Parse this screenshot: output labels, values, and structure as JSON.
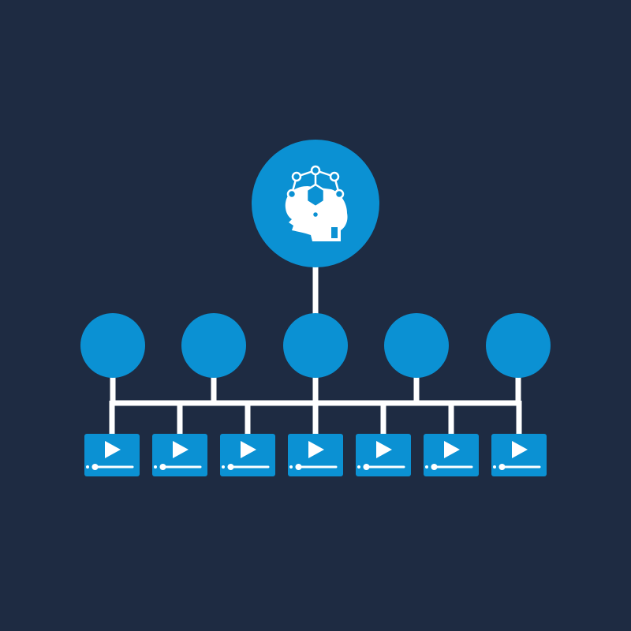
{
  "diagram": {
    "colors": {
      "background": "#1e2b42",
      "node": "#0b91d3",
      "video": "#0b91d3",
      "connector": "#ffffff",
      "icon": "#ffffff"
    },
    "root": {
      "icon": "ai-brain-network-icon"
    },
    "hubs": [
      {
        "icon": "none"
      },
      {
        "icon": "none"
      },
      {
        "icon": "none"
      },
      {
        "icon": "none"
      },
      {
        "icon": "none"
      }
    ],
    "videos": [
      {
        "icon": "video-play-icon",
        "progress": 0.05
      },
      {
        "icon": "video-play-icon",
        "progress": 0.05
      },
      {
        "icon": "video-play-icon",
        "progress": 0.05
      },
      {
        "icon": "video-play-icon",
        "progress": 0.05
      },
      {
        "icon": "video-play-icon",
        "progress": 0.05
      },
      {
        "icon": "video-play-icon",
        "progress": 0.05
      },
      {
        "icon": "video-play-icon",
        "progress": 0.05
      }
    ]
  }
}
